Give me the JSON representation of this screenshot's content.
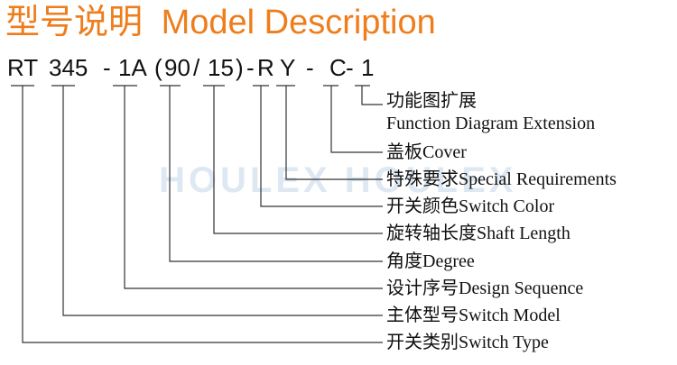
{
  "title": {
    "cn": "型号说明",
    "en": "Model Description"
  },
  "code": [
    {
      "key": "rt",
      "text": "RT"
    },
    {
      "key": "model",
      "text": "345"
    },
    {
      "key": "dash1",
      "text": "-"
    },
    {
      "key": "seq",
      "text": "1A"
    },
    {
      "key": "open",
      "text": "("
    },
    {
      "key": "deg",
      "text": "90"
    },
    {
      "key": "slash",
      "text": "/"
    },
    {
      "key": "shaft",
      "text": "15"
    },
    {
      "key": "close",
      "text": ")"
    },
    {
      "key": "dash2",
      "text": "-"
    },
    {
      "key": "color",
      "text": "R"
    },
    {
      "key": "spec",
      "text": "Y"
    },
    {
      "key": "dash3",
      "text": "-"
    },
    {
      "key": "cover",
      "text": "C"
    },
    {
      "key": "dash4",
      "text": "-"
    },
    {
      "key": "ext",
      "text": "1"
    }
  ],
  "labels": [
    {
      "cn": "功能图扩展",
      "en": "Function Diagram Extension"
    },
    {
      "cn": "盖板",
      "en": "Cover"
    },
    {
      "cn": "特殊要求",
      "en": "Special Requirements"
    },
    {
      "cn": "开关颜色",
      "en": "Switch Color"
    },
    {
      "cn": "旋转轴长度",
      "en": "Shaft Length"
    },
    {
      "cn": "角度",
      "en": "Degree"
    },
    {
      "cn": "设计序号",
      "en": "Design Sequence"
    },
    {
      "cn": "主体型号",
      "en": "Switch Model"
    },
    {
      "cn": "开关类别",
      "en": "Switch Type"
    }
  ],
  "watermark": "HOULEX HOULEX",
  "colors": {
    "title": "#ee7d1c",
    "text": "#111111",
    "watermark": "#d4e1ef"
  }
}
